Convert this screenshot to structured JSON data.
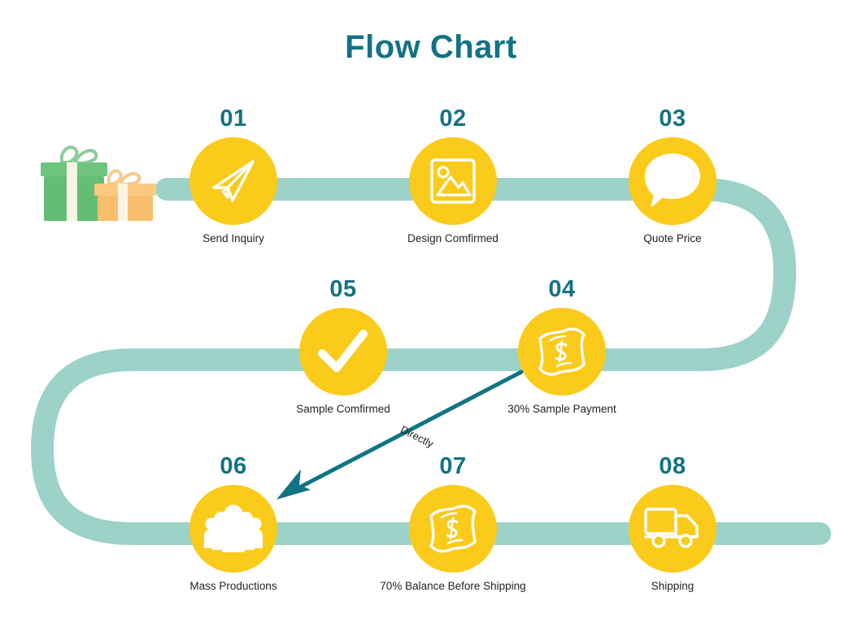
{
  "page": {
    "title": "Flow Chart",
    "background": "#ffffff"
  },
  "colors": {
    "title": "#137284",
    "number": "#137284",
    "circle": "#FBCB1C",
    "ribbon": "#9CD2C8",
    "arrow": "#107385",
    "label": "#231f20",
    "icon": "#ffffff",
    "gift_green": "#63BE73",
    "gift_orange": "#F8BE6E",
    "gift_ribbon": "#FAF5E2"
  },
  "decoration": {
    "gifts_icon": "gift-boxes-icon",
    "boxes": [
      {
        "name": "gift-box-green",
        "color": "#63BE73"
      },
      {
        "name": "gift-box-orange",
        "color": "#F8BE6E"
      }
    ]
  },
  "flow": {
    "connector_name": "flow-ribbon-path",
    "rows": 3,
    "direction": "serpentine-left-to-right-then-reverse"
  },
  "arrow": {
    "caption": "Directly",
    "from_step": "04",
    "to_step": "06",
    "color": "#107385"
  },
  "steps": [
    {
      "number": "01",
      "label": "Send Inquiry",
      "icon": "paper-plane-icon",
      "style": "filled"
    },
    {
      "number": "02",
      "label": "Design Comfirmed",
      "icon": "image-photo-icon",
      "style": "filled"
    },
    {
      "number": "03",
      "label": "Quote Price",
      "icon": "speech-bubble-icon",
      "style": "ring"
    },
    {
      "number": "04",
      "label": "30% Sample Payment",
      "icon": "banknote-dollar-icon",
      "style": "filled"
    },
    {
      "number": "05",
      "label": "Sample Comfirmed",
      "icon": "checkmark-icon",
      "style": "filled"
    },
    {
      "number": "06",
      "label": "Mass Productions",
      "icon": "people-group-icon",
      "style": "filled"
    },
    {
      "number": "07",
      "label": "70% Balance Before Shipping",
      "icon": "banknote-dollar-icon",
      "style": "filled"
    },
    {
      "number": "08",
      "label": "Shipping",
      "icon": "delivery-truck-icon",
      "style": "filled"
    }
  ]
}
